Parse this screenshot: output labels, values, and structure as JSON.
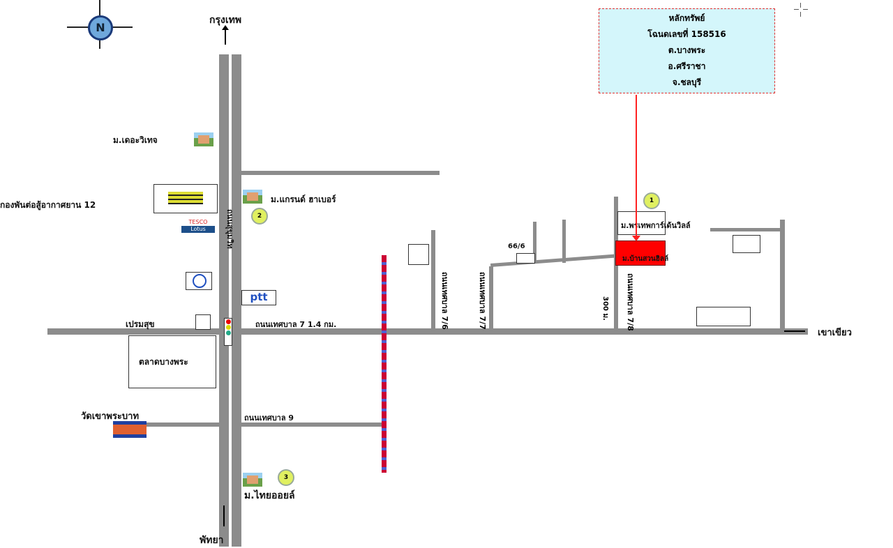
{
  "compass": {
    "label": "N"
  },
  "info_box": {
    "lines": [
      "หลักทรัพย์",
      "โฉนดเลขที่  158516",
      "ต.บางพระ",
      "อ.ศรีราชา",
      "จ.ชลบุรี"
    ]
  },
  "places": {
    "bangkok": "กรุงเทพ",
    "pattaya": "พัทยา",
    "khao_khiao": "เขาเขียว",
    "village_top": "ม.เดอะวิเทจ",
    "army": "กองพันต่อสู้อากาศยาน 12",
    "grand_harbour": "ม.แกรนด์ ฮาเบอร์",
    "sukhumvit": "ถนนสุขุมวิท",
    "premsuk": "เปรมสุข",
    "road7": "ถนนเทศบาล 7   1.4 กม.",
    "market": "ตลาดบางพระ",
    "temple": "วัดเขาพระบาท",
    "road9": "ถนนเทศบาล 9",
    "thaioil": "ม.ไทยออยล์",
    "road76": "ถนนเทศบาล 7/6",
    "road77": "ถนนเทศบาล 7/7",
    "road78": "ถนนเทศบาล 7/8",
    "dist300": "300 ม.",
    "num66": "66/6",
    "pornthep": "ม.พรเทพการ์เด้นวิลล์",
    "baansuan": "ม.บ้านสวนฮิลล์",
    "tesco": "TESCO",
    "lotus": "Lotus",
    "ptt": "ptt"
  },
  "markers": [
    "1",
    "2",
    "3"
  ],
  "colors": {
    "road": "#8c8c8c",
    "target": "#ff0000",
    "info_bg": "#d4f6fb"
  }
}
